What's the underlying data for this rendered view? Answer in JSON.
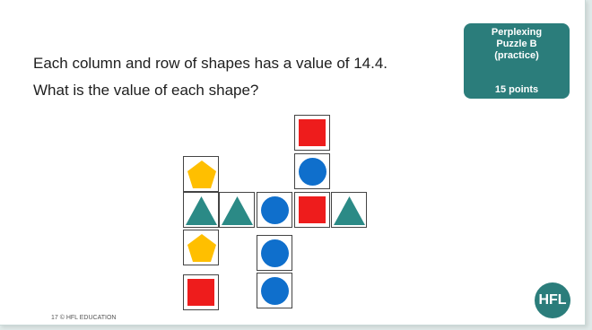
{
  "question": {
    "line1": "Each column and row of shapes has a value of 14.4.",
    "line2": "What is the value of each shape?"
  },
  "badge": {
    "line1": "Perplexing",
    "line2": "Puzzle B",
    "line3": "(practice)",
    "points": "15 points"
  },
  "colors": {
    "square": "#ee1c1c",
    "circle": "#0f6fcc",
    "triangle": "#2b8a86",
    "pentagon": "#ffbf00",
    "badge": "#2b7d7b"
  },
  "shapes": [
    "square",
    "circle",
    "triangle",
    "pentagon"
  ],
  "footer": "17 © HFL EDUCATION",
  "logo": "HFL"
}
